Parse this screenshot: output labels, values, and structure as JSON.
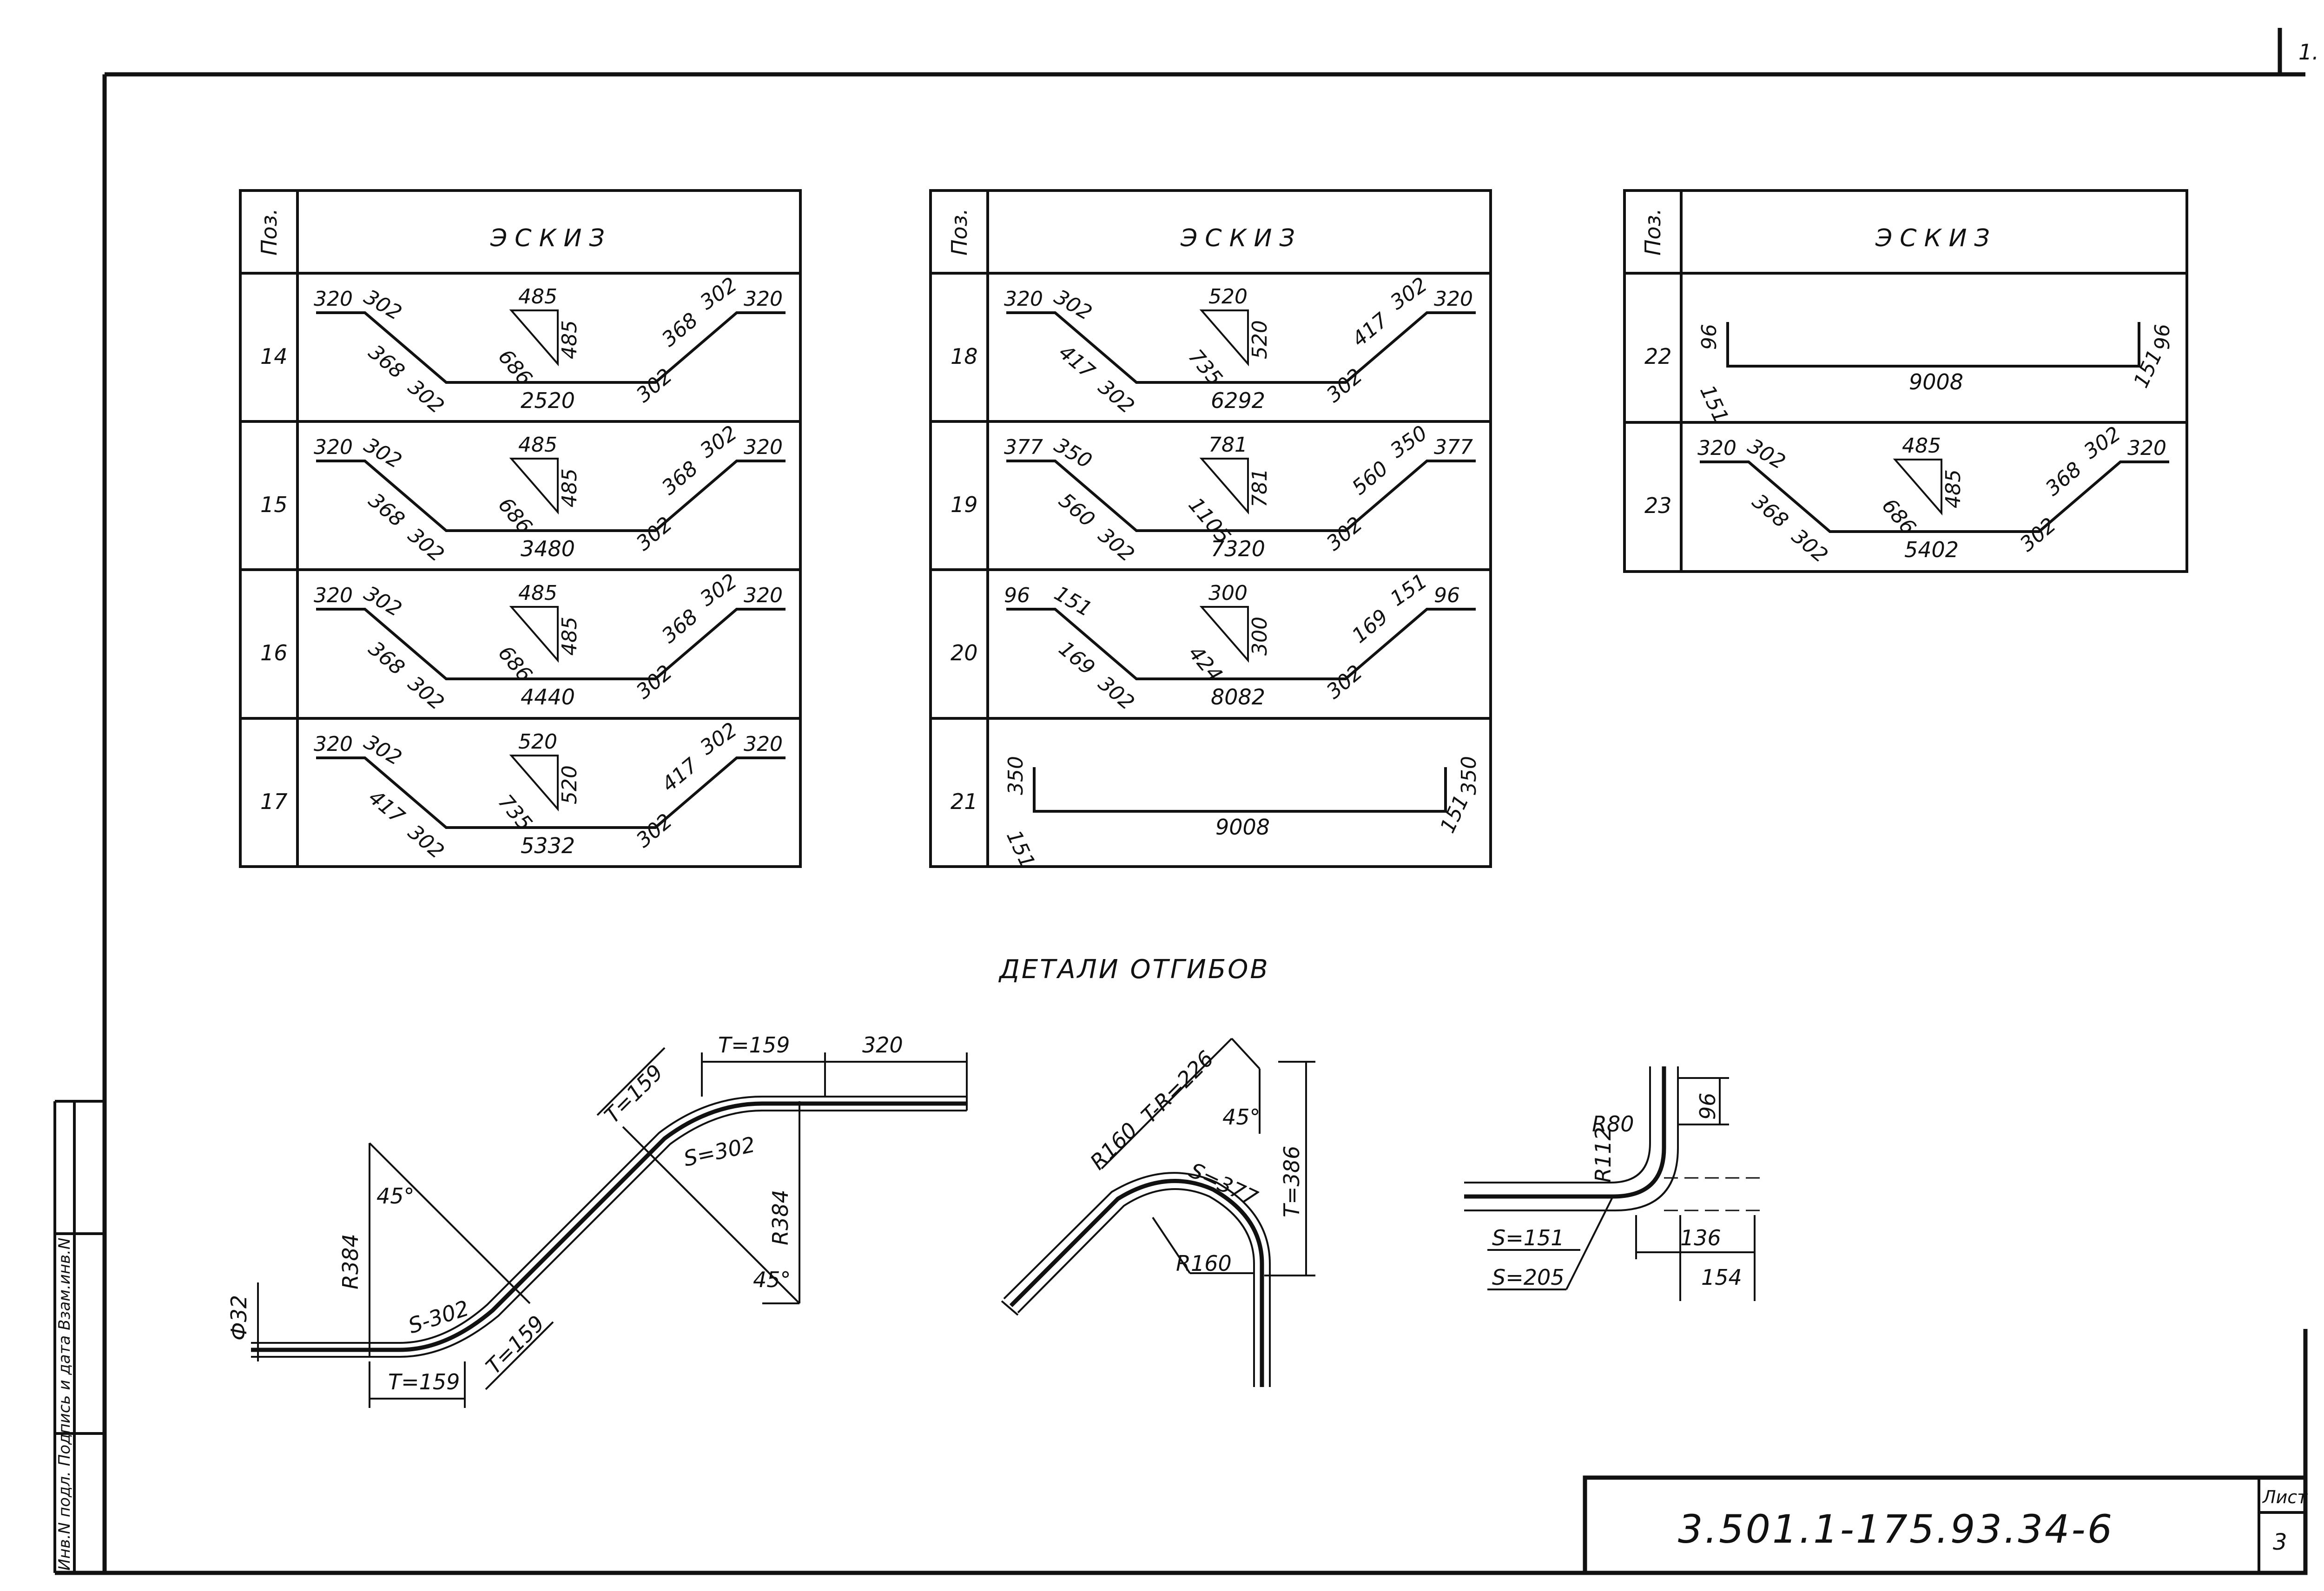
{
  "corner_mark": "1.",
  "header": {
    "pos": "Поз.",
    "sketch": "ЭСКИЗ"
  },
  "rows": [
    {
      "pos": "14",
      "l_top": "320",
      "l_bev": "302",
      "l_diag": "368",
      "l_low": "302",
      "base": "2520",
      "tri_top": "485",
      "tri_hyp": "686",
      "tri_side": "485",
      "r_diag": "368",
      "r_bev": "302",
      "r_top": "320",
      "r_low": "302"
    },
    {
      "pos": "15",
      "l_top": "320",
      "l_bev": "302",
      "l_diag": "368",
      "l_low": "302",
      "base": "3480",
      "tri_top": "485",
      "tri_hyp": "686",
      "tri_side": "485",
      "r_diag": "368",
      "r_bev": "302",
      "r_top": "320",
      "r_low": "302"
    },
    {
      "pos": "16",
      "l_top": "320",
      "l_bev": "302",
      "l_diag": "368",
      "l_low": "302",
      "base": "4440",
      "tri_top": "485",
      "tri_hyp": "686",
      "tri_side": "485",
      "r_diag": "368",
      "r_bev": "302",
      "r_top": "320",
      "r_low": "302"
    },
    {
      "pos": "17",
      "l_top": "320",
      "l_bev": "302",
      "l_diag": "417",
      "l_low": "302",
      "base": "5332",
      "tri_top": "520",
      "tri_hyp": "735",
      "tri_side": "520",
      "r_diag": "417",
      "r_bev": "302",
      "r_top": "320",
      "r_low": "302"
    },
    {
      "pos": "18",
      "l_top": "320",
      "l_bev": "302",
      "l_diag": "417",
      "l_low": "302",
      "base": "6292",
      "tri_top": "520",
      "tri_hyp": "735",
      "tri_side": "520",
      "r_diag": "417",
      "r_bev": "302",
      "r_top": "320",
      "r_low": "302"
    },
    {
      "pos": "19",
      "l_top": "377",
      "l_bev": "350",
      "l_diag": "560",
      "l_low": "302",
      "base": "7320",
      "tri_top": "781",
      "tri_hyp": "1105",
      "tri_side": "781",
      "r_diag": "560",
      "r_bev": "350",
      "r_top": "377",
      "r_low": "302"
    },
    {
      "pos": "20",
      "l_top": "96",
      "l_bev": "151",
      "l_diag": "169",
      "l_low": "302",
      "base": "8082",
      "tri_top": "300",
      "tri_hyp": "424",
      "tri_side": "300",
      "r_diag": "169",
      "r_bev": "151",
      "r_top": "96",
      "r_low": "302"
    },
    {
      "pos": "21",
      "l_side": "350",
      "l_foot": "151",
      "base": "9008",
      "r_side": "350",
      "r_foot": "151"
    },
    {
      "pos": "22",
      "l_side": "96",
      "l_foot": "151",
      "base": "9008",
      "r_side": "96",
      "r_foot": "151"
    },
    {
      "pos": "23",
      "l_top": "320",
      "l_bev": "302",
      "l_diag": "368",
      "l_low": "302",
      "base": "5402",
      "tri_top": "485",
      "tri_hyp": "686",
      "tri_side": "485",
      "r_diag": "368",
      "r_bev": "302",
      "r_top": "320",
      "r_low": "302"
    }
  ],
  "details": {
    "title": "ДЕТАЛИ ОТГИБОВ",
    "d1": {
      "dia": "Ф32",
      "r_left": "R384",
      "ang_left": "45°",
      "s_low": "S-302",
      "t_low": "T=159",
      "t_low_diag": "T=159",
      "t_up": "T=159",
      "t_top": "T=159",
      "top_len": "320",
      "s_up": "S=302",
      "r_right": "R384",
      "ang_right": "45°"
    },
    "d2": {
      "r_out": "R160",
      "tr": "T-R=226",
      "ang": "45°",
      "s": "S=377",
      "t": "T=386",
      "r_in": "R160"
    },
    "d3": {
      "r_out": "R80",
      "r_in": "R112",
      "h": "96",
      "s1": "S=151",
      "s2": "S=205",
      "w1": "136",
      "w2": "154"
    }
  },
  "side_stamp": "Инв.N подл. Подпись и дата Взам.инв.N",
  "title_block": {
    "code": "3.501.1-175.93.34-6",
    "sheet_label": "Лист",
    "sheet_no": "3"
  }
}
